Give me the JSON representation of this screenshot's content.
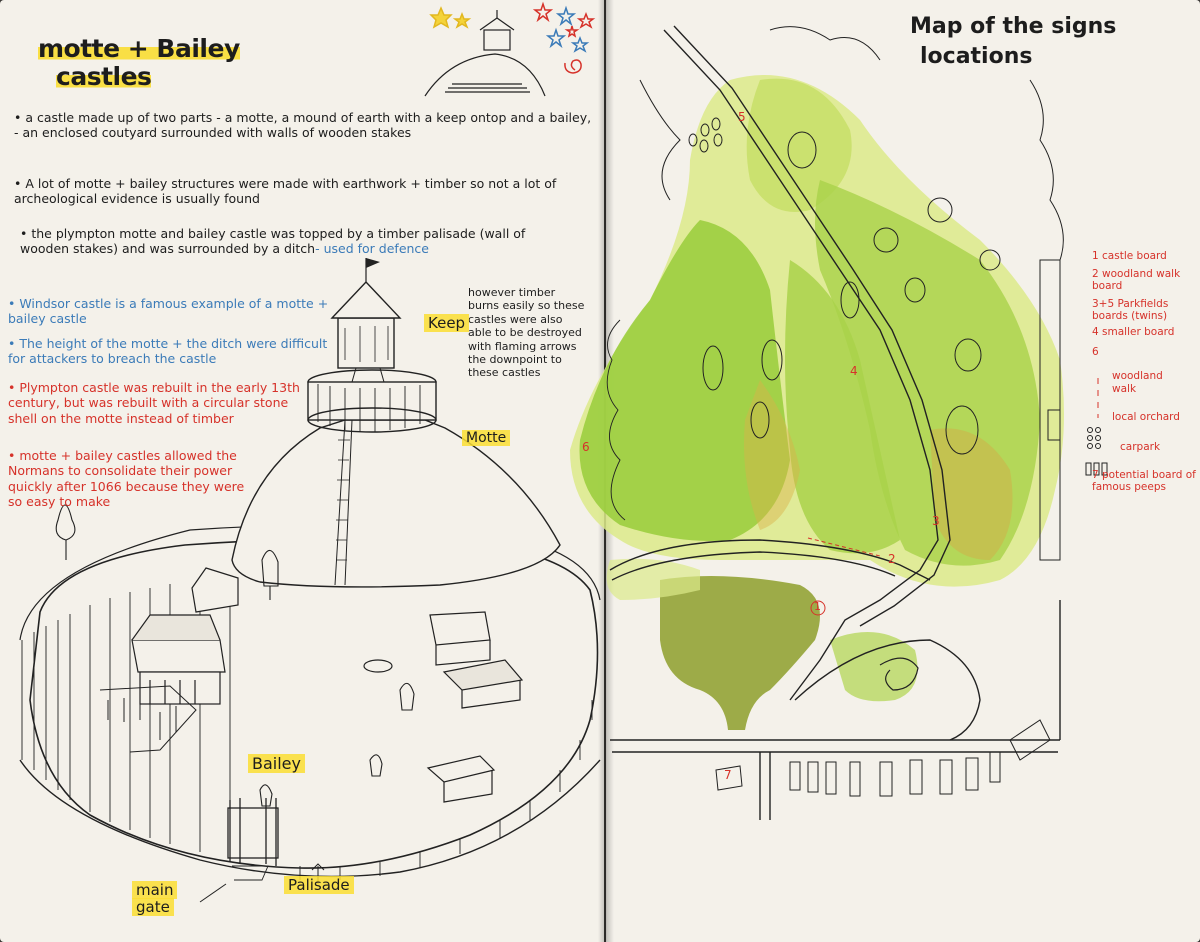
{
  "left_page": {
    "title_line1": "motte + Bailey",
    "title_line2": "castles",
    "notes": [
      "• a castle made up of two parts - a motte, a mound of earth with a keep ontop and a bailey, - an enclosed coutyard surrounded with walls of wooden stakes",
      "• A lot of motte + bailey structures were made with earthwork + timber so not a lot of archeological evidence is usually found",
      "• the plympton motte and bailey castle was topped by a timber palisade (wall of wooden stakes) and was surrounded by a ditch"
    ],
    "ditch_note": "- used for defence",
    "blue_notes": [
      "• Windsor castle is a famous example of a motte + bailey castle",
      "• The height of the motte + the ditch were difficult for attackers to breach the castle"
    ],
    "red_notes": [
      "• Plympton castle was rebuilt in the early 13th century, but was rebuilt with a circular stone shell on the motte instead of timber",
      "• motte + bailey castles allowed the Normans to consolidate their power quickly after 1066 because they were so easy to make"
    ],
    "side_note": "however timber burns easily so these castles were also able to be destroyed with flaming arrows the downpoint to these castles",
    "labels": {
      "keep": "Keep",
      "motte": "Motte",
      "bailey": "Bailey",
      "main_gate_1": "main",
      "main_gate_2": "gate",
      "palisade": "Palisade"
    }
  },
  "right_page": {
    "title_line1": "Map of the signs",
    "title_line2": "locations",
    "legend": [
      "1  castle board",
      "2  woodland walk board",
      "3+5 Parkfields boards (twins)",
      "4  smaller board",
      "6",
      "woodland walk",
      "local orchard",
      "carpark",
      "7  potential board of famous peeps"
    ],
    "map_numbers": [
      "1",
      "2",
      "3",
      "4",
      "5",
      "6",
      "7"
    ]
  },
  "colors": {
    "paper": "#f4f1ea",
    "ink": "#1d1d1d",
    "highlight": "#fade32",
    "red_pen": "#d6322a",
    "blue_pen": "#3b7bb8",
    "grass": "#a9d24a",
    "pale_grass": "#dcea8a",
    "olive": "#93a336"
  }
}
